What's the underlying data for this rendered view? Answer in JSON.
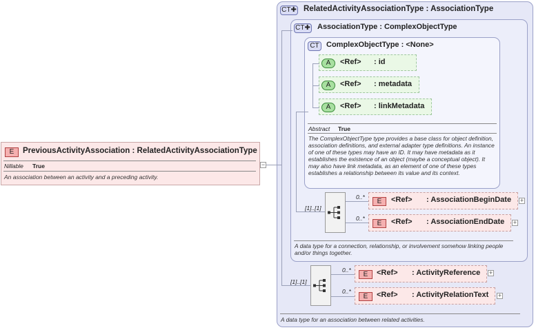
{
  "root_element": {
    "badge": "E",
    "name": "PreviousActivityAssociation",
    "type": "RelatedActivityAssociationType",
    "prop_label": "Nillable",
    "prop_value": "True",
    "description": "An association between an activity and a preceding activity."
  },
  "outer_type": {
    "badge": "CT",
    "name": "RelatedActivityAssociationType",
    "base": "AssociationType",
    "description": "A data type for an association between related activities.",
    "sequence_cardinality": "[1]..[1]",
    "elements": [
      {
        "badge": "E",
        "cardinality": "0..*",
        "ref": "<Ref>",
        "name": "ActivityReference"
      },
      {
        "badge": "E",
        "cardinality": "0..*",
        "ref": "<Ref>",
        "name": "ActivityRelationText"
      }
    ]
  },
  "association_type": {
    "badge": "CT",
    "name": "AssociationType",
    "base": "ComplexObjectType",
    "description": "A data type for a connection, relationship, or involvement somehow linking people and/or things together.",
    "sequence_cardinality": "[1]..[1]",
    "elements": [
      {
        "badge": "E",
        "cardinality": "0..*",
        "ref": "<Ref>",
        "name": "AssociationBeginDate"
      },
      {
        "badge": "E",
        "cardinality": "0..*",
        "ref": "<Ref>",
        "name": "AssociationEndDate"
      }
    ]
  },
  "complex_object_type": {
    "badge": "CT",
    "name": "ComplexObjectType",
    "base": "<None>",
    "attributes": [
      {
        "badge": "A",
        "ref": "<Ref>",
        "name": "id"
      },
      {
        "badge": "A",
        "ref": "<Ref>",
        "name": "metadata"
      },
      {
        "badge": "A",
        "ref": "<Ref>",
        "name": "linkMetadata"
      }
    ],
    "prop_label": "Abstract",
    "prop_value": "True",
    "description": "The ComplexObjectType type provides a base class for object definition, association definitions, and external adapter type definitions. An instance of one of these types may have an ID. It may have metadata as it establishes the existence of an object (maybe a conceptual object). It may also have link metadata, as an element of one of these types establishes a relationship between its value and its context."
  },
  "colors": {
    "element_fill": "#fce8e8",
    "attribute_fill": "#eaf8e6",
    "complex_type_fill": "#eef0fb",
    "connector": "#9aa0b8"
  }
}
